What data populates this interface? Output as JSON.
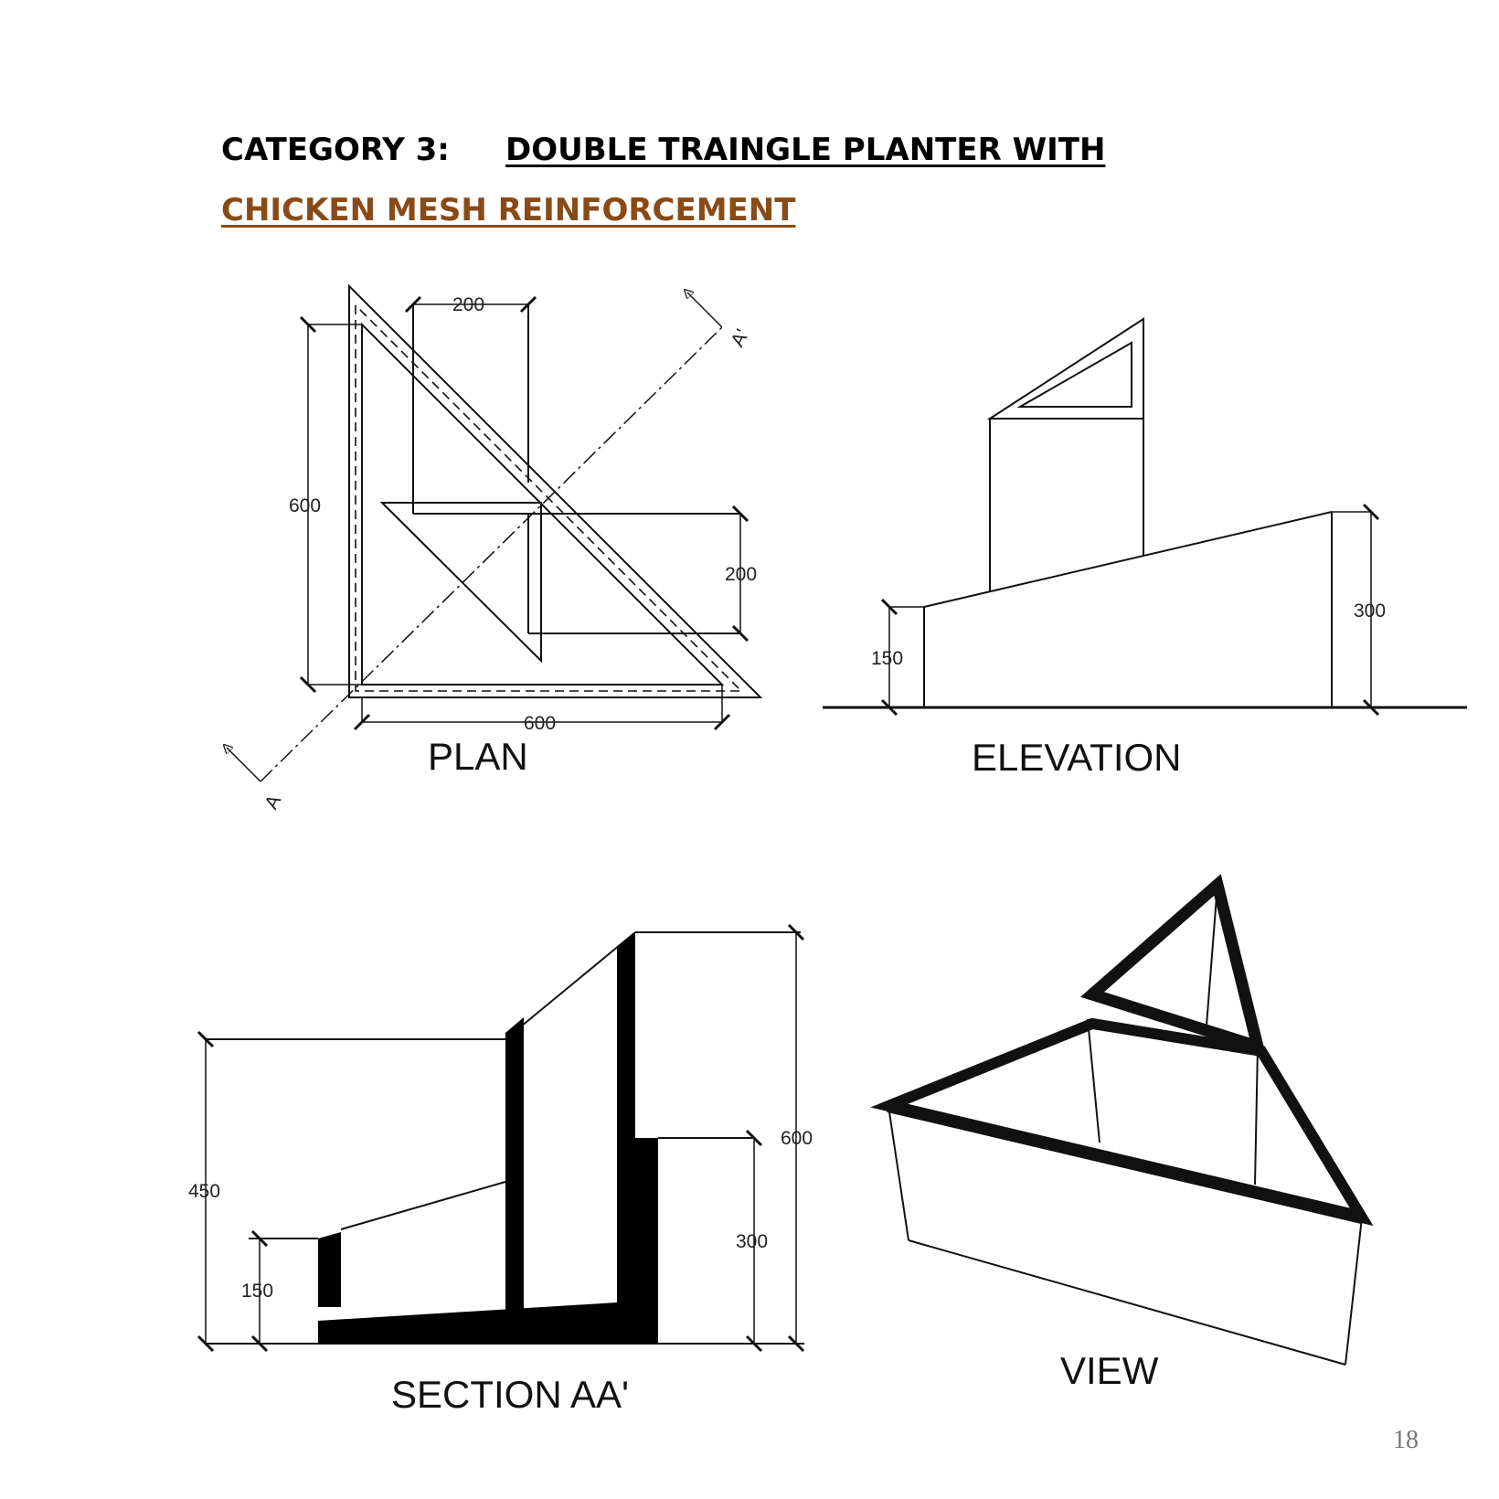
{
  "heading": {
    "category_label": "CATEGORY 3:",
    "title_line1": "DOUBLE TRAINGLE PLANTER WITH",
    "title_line2": "CHICKEN MESH REINFORCEMENT"
  },
  "plan": {
    "caption": "PLAN",
    "dim_top": "200",
    "dim_left": "600",
    "dim_right": "200",
    "dim_bottom": "600",
    "section_mark_top": "A'",
    "section_mark_bottom": "A"
  },
  "elevation": {
    "caption": "ELEVATION",
    "dim_left": "150",
    "dim_right": "300"
  },
  "section": {
    "caption": "SECTION AA'",
    "dim_450": "450",
    "dim_150": "150",
    "dim_600": "600",
    "dim_300": "300"
  },
  "view": {
    "caption": "VIEW"
  },
  "page_number": "18",
  "colors": {
    "subtitle": "#8a4a16",
    "line": "#111111"
  }
}
